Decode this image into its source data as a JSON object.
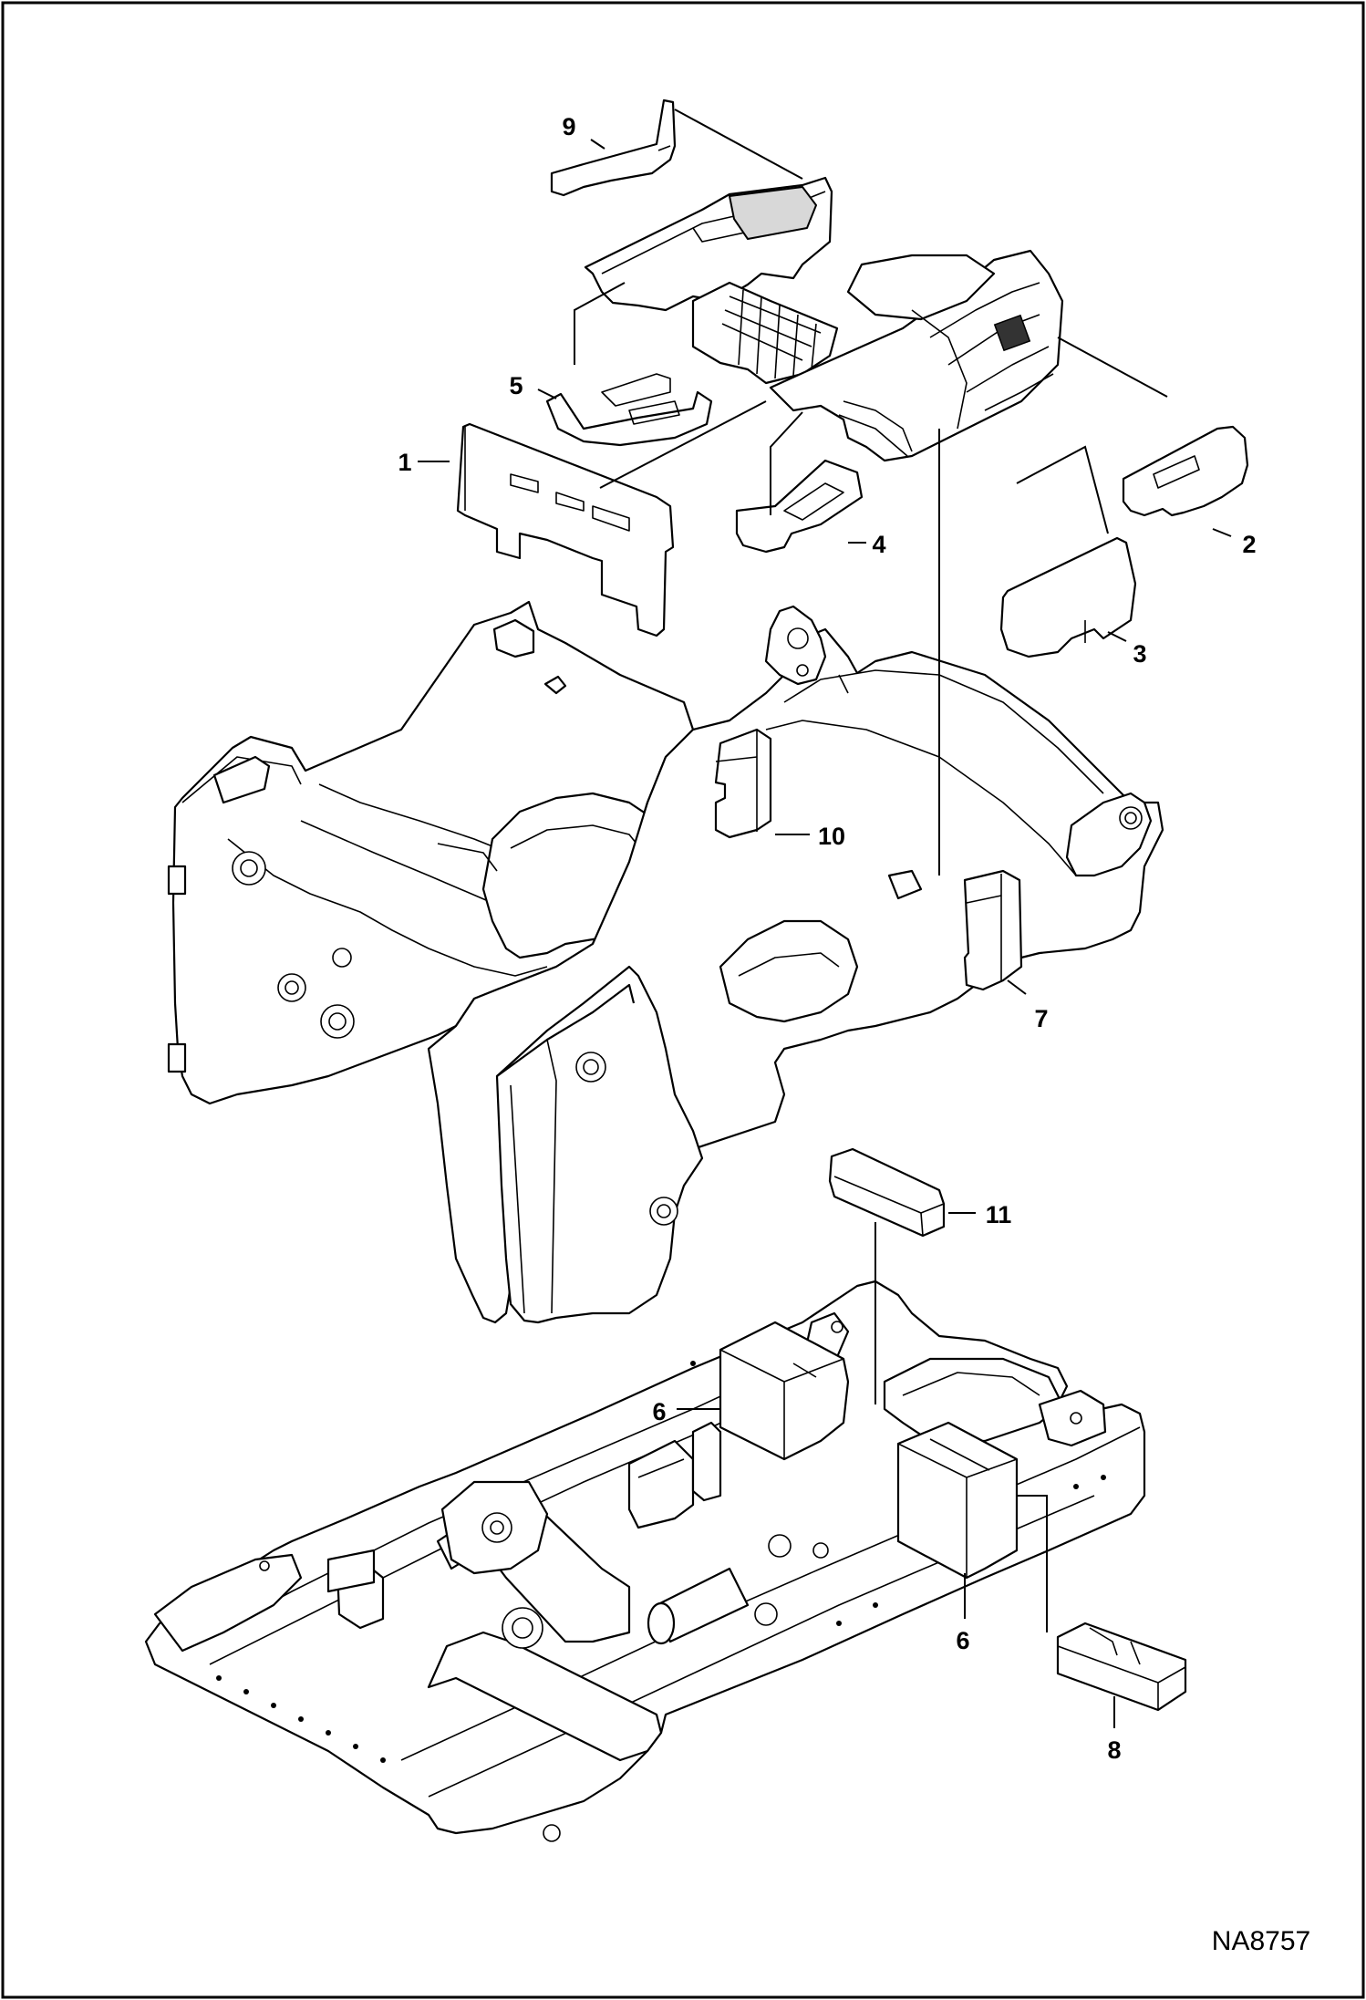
{
  "diagram": {
    "figure_id": "NA8757",
    "callouts": [
      {
        "id": "c1",
        "label": "1"
      },
      {
        "id": "c2",
        "label": "2"
      },
      {
        "id": "c3",
        "label": "3"
      },
      {
        "id": "c4",
        "label": "4"
      },
      {
        "id": "c5",
        "label": "5"
      },
      {
        "id": "c6a",
        "label": "6"
      },
      {
        "id": "c6b",
        "label": "6"
      },
      {
        "id": "c7",
        "label": "7"
      },
      {
        "id": "c8",
        "label": "8"
      },
      {
        "id": "c9",
        "label": "9"
      },
      {
        "id": "c10",
        "label": "10"
      },
      {
        "id": "c11",
        "label": "11"
      }
    ]
  }
}
